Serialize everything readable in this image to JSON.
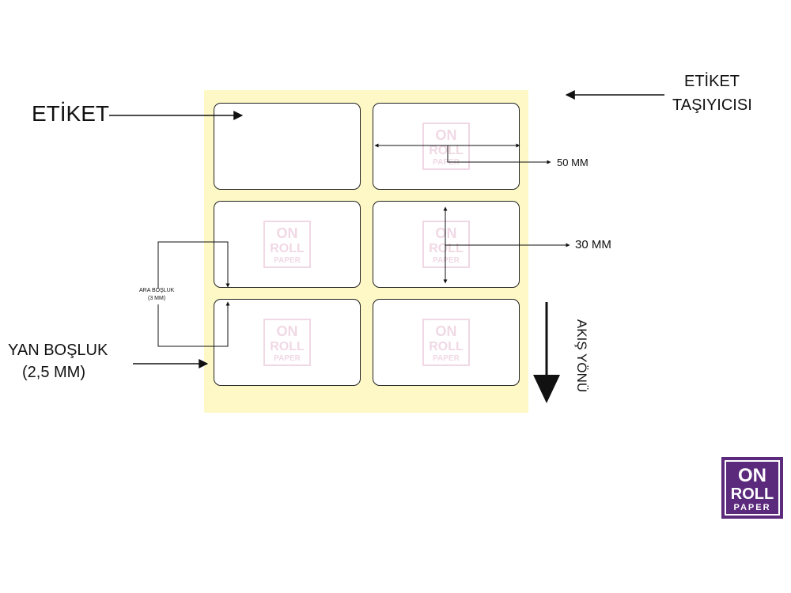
{
  "annotations": {
    "etiket": "ETİKET",
    "carrier_line1": "ETİKET",
    "carrier_line2": "TAŞIYICISI",
    "width": "50 MM",
    "height": "30 MM",
    "gap_line1": "ARA BOŞLUK",
    "gap_line2": "(3 MM)",
    "side_line1": "YAN BOŞLUK",
    "side_line2": "(2,5 MM)",
    "flow": "AKIŞ YÖNÜ"
  },
  "brand": {
    "line1": "ON",
    "line2": "ROLL",
    "line3": "PAPER",
    "color": "#5b2a7c"
  },
  "colors": {
    "carrier": "#fdf8c6",
    "label_border": "#222222"
  }
}
